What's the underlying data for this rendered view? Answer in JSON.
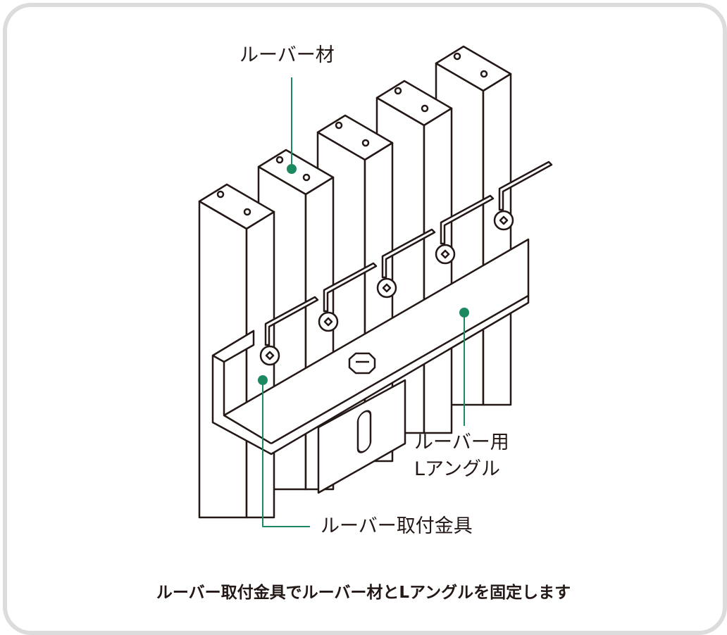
{
  "labels": {
    "louver": "ルーバー材",
    "angle_line1": "ルーバー用",
    "angle_line2": "Lアングル",
    "bracket": "ルーバー取付金具"
  },
  "caption": "ルーバー取付金具でルーバー材とLアングルを固定します",
  "colors": {
    "line": "#231815",
    "accent": "#1b8a60",
    "frame": "#dcdcdc"
  }
}
